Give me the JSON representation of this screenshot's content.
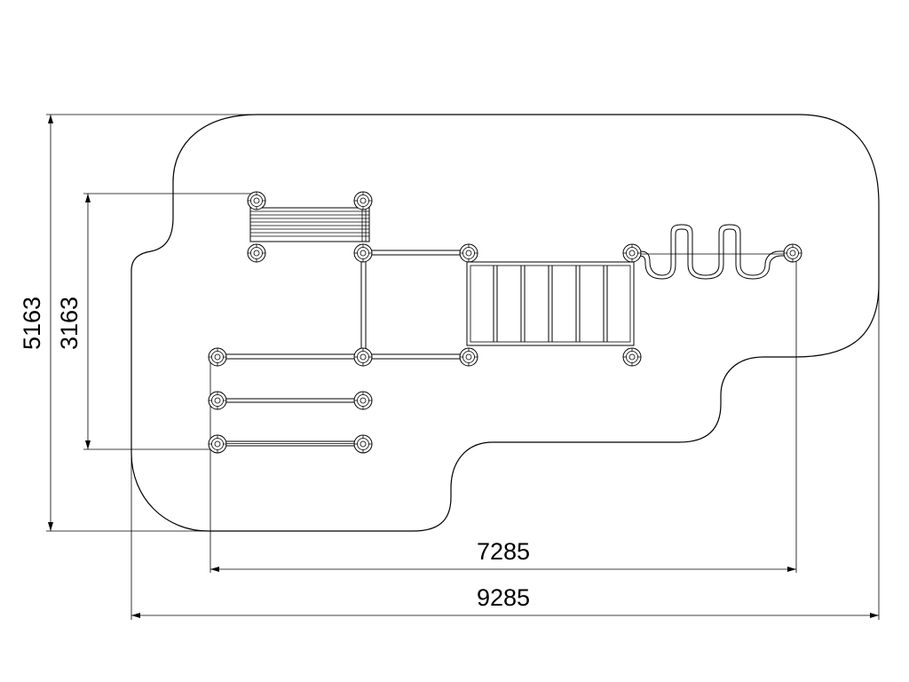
{
  "dimensions": {
    "overall_width": "9285",
    "inner_width": "7285",
    "overall_height": "5163",
    "inner_height": "3163"
  },
  "colors": {
    "line": "#000000",
    "background": "#ffffff"
  }
}
